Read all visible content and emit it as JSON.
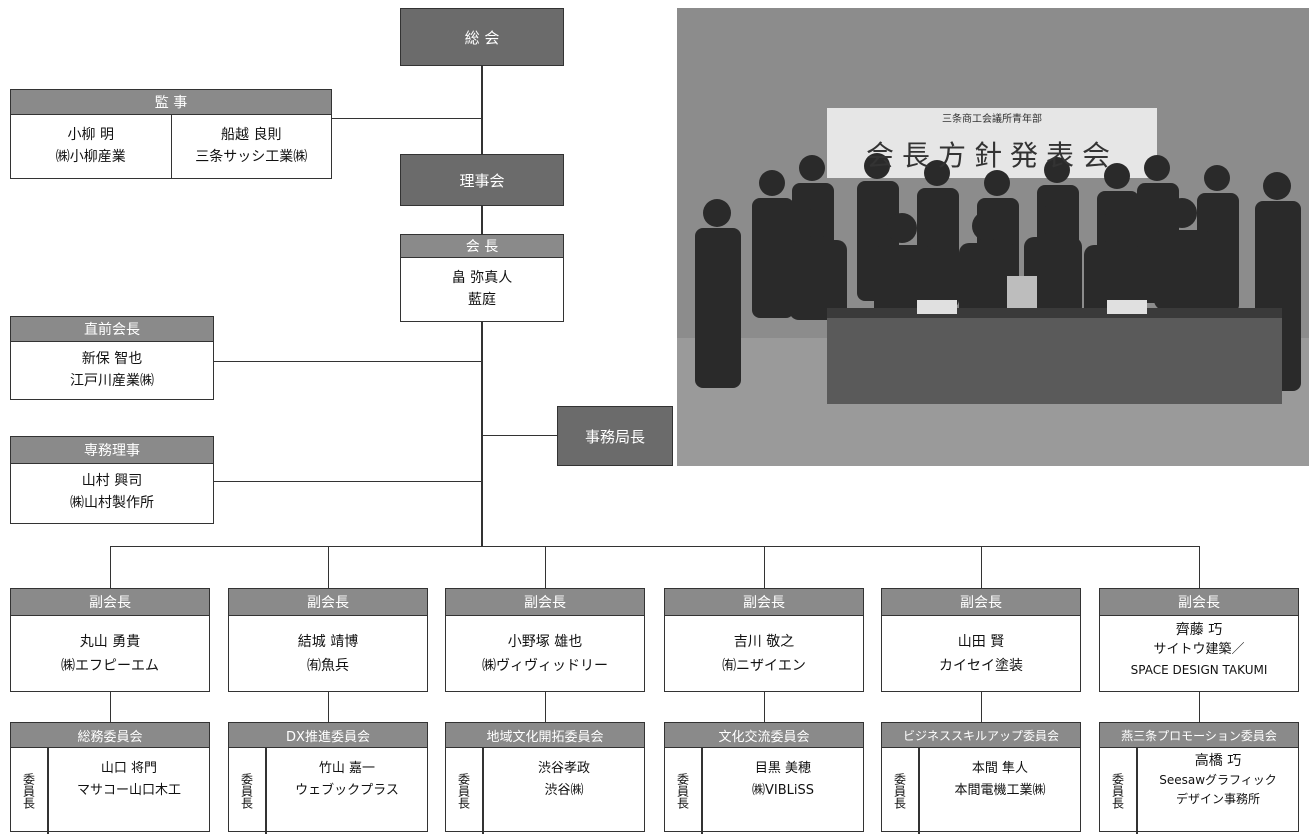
{
  "top": {
    "label": "総 会"
  },
  "auditors": {
    "title": "監 事",
    "people": [
      {
        "name": "小柳 明",
        "company": "㈱小柳産業"
      },
      {
        "name": "船越 良則",
        "company": "三条サッシ工業㈱"
      }
    ]
  },
  "board": {
    "label": "理事会"
  },
  "president": {
    "title": "会 長",
    "name": "畠 弥真人",
    "company": "藍庭"
  },
  "past_president": {
    "title": "直前会長",
    "name": "新保 智也",
    "company": "江戸川産業㈱"
  },
  "managing_director": {
    "title": "専務理事",
    "name": "山村 興司",
    "company": "㈱山村製作所"
  },
  "secretariat": {
    "label": "事務局長"
  },
  "vice_presidents": [
    {
      "title": "副会長",
      "name": "丸山 勇貴",
      "company": "㈱エフピーエム"
    },
    {
      "title": "副会長",
      "name": "結城 靖博",
      "company": "㈲魚兵"
    },
    {
      "title": "副会長",
      "name": "小野塚 雄也",
      "company": "㈱ヴィヴィッドリー"
    },
    {
      "title": "副会長",
      "name": "吉川 敬之",
      "company": "㈲ニザイエン"
    },
    {
      "title": "副会長",
      "name": "山田 賢",
      "company": "カイセイ塗装"
    },
    {
      "title": "副会長",
      "name": "齊藤 巧",
      "company": "サイトウ建築／",
      "company2": "SPACE DESIGN TAKUMI"
    }
  ],
  "committees": [
    {
      "title": "総務委員会",
      "role": "委員長",
      "name": "山口 将門",
      "company": "マサコー山口木工"
    },
    {
      "title": "DX推進委員会",
      "role": "委員長",
      "name": "竹山 嘉一",
      "company": "ウェブックプラス"
    },
    {
      "title": "地域文化開拓委員会",
      "role": "委員長",
      "name": "渋谷孝政",
      "company": "渋谷㈱"
    },
    {
      "title": "文化交流委員会",
      "role": "委員長",
      "name": "目黒 美穂",
      "company": "㈱VIBLiSS"
    },
    {
      "title": "ビジネススキルアップ委員会",
      "role": "委員長",
      "name": "本間 隼人",
      "company": "本間電機工業㈱"
    },
    {
      "title": "燕三条プロモーション委員会",
      "role": "委員長",
      "name": "高橋 巧",
      "company": "Seesawグラフィック",
      "company2": "デザイン事務所"
    }
  ],
  "photo": {
    "banner": "会長方針発表会",
    "banner_small": "三条商工会議所青年部"
  }
}
